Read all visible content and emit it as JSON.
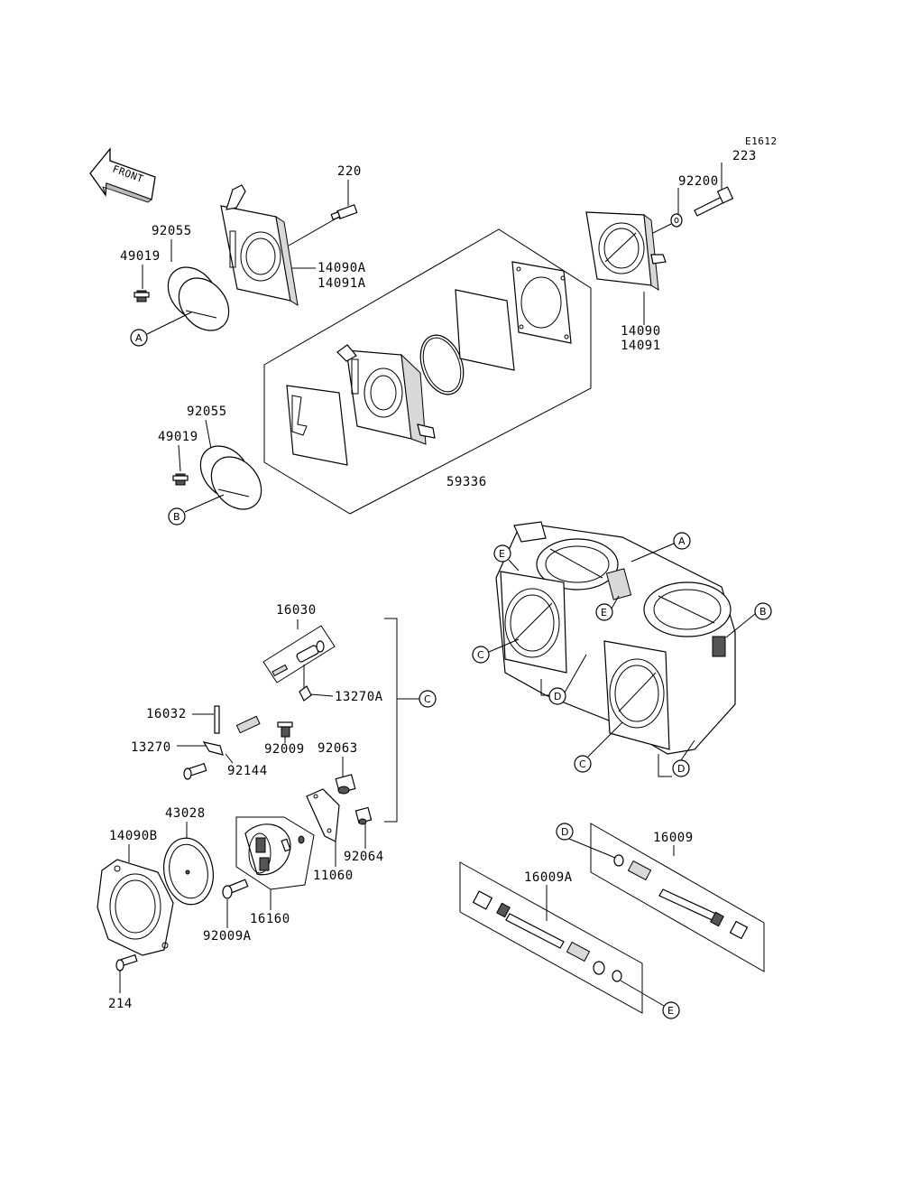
{
  "diagram": {
    "code": "E1612",
    "front_arrow_text": "FRONT",
    "callouts": {
      "p220": "220",
      "p223": "223",
      "p92200": "92200",
      "p92055a": "92055",
      "p49019a": "49019",
      "p14090A": "14090A",
      "p14091A": "14091A",
      "p14090": "14090",
      "p14091": "14091",
      "p92055b": "92055",
      "p49019b": "49019",
      "p59336": "59336",
      "p16030": "16030",
      "p13270A": "13270A",
      "p16032": "16032",
      "p13270": "13270",
      "p92009": "92009",
      "p92063": "92063",
      "p92144": "92144",
      "p43028": "43028",
      "p14090B": "14090B",
      "p92064": "92064",
      "p11060": "11060",
      "p16160": "16160",
      "p92009A": "92009A",
      "p214": "214",
      "p16009": "16009",
      "p16009A": "16009A"
    },
    "ref_letters": {
      "A": "A",
      "B": "B",
      "C": "C",
      "D": "D",
      "E": "E"
    }
  }
}
